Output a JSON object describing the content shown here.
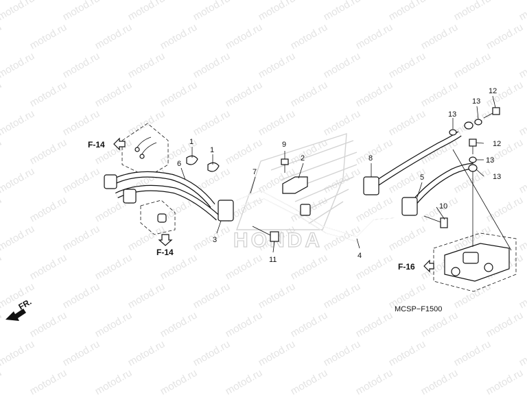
{
  "watermark": {
    "text": "motod.ru"
  },
  "logo": {
    "text": "HONDA"
  },
  "diagram_code": "MCSP−F1500",
  "references": {
    "f14_top": "F-14",
    "f14_bottom": "F-14",
    "f16": "F-16"
  },
  "direction_label": "FR.",
  "callouts": {
    "c1a": "1",
    "c1b": "1",
    "c2": "2",
    "c3": "3",
    "c4": "4",
    "c5": "5",
    "c6": "6",
    "c7": "7",
    "c8": "8",
    "c9": "9",
    "c10": "10",
    "c11": "11",
    "c12a": "12",
    "c12b": "12",
    "c13a": "13",
    "c13b": "13",
    "c13c": "13",
    "c13d": "13"
  },
  "colors": {
    "line": "#111111",
    "watermark": "#e3e3e3",
    "logo": "#c9c9c9"
  }
}
